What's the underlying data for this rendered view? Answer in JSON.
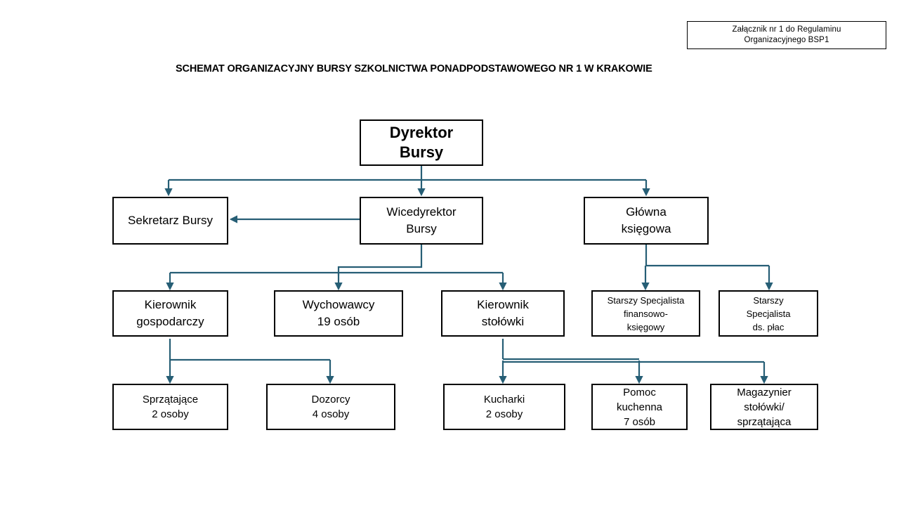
{
  "document": {
    "annex_note": {
      "line1": "Załącznik nr 1 do Regulaminu",
      "line2": "Organizacyjnego BSP1"
    },
    "title": "SCHEMAT ORGANIZACYJNY BURSY SZKOLNICTWA PONADPODSTAWOWEGO NR 1 W KRAKOWIE"
  },
  "colors": {
    "connector": "#265e75",
    "box_border": "#000000",
    "background": "#ffffff",
    "text": "#000000"
  },
  "nodes": {
    "director": "Dyrektor\nBursy",
    "secretary": "Sekretarz Bursy",
    "vice_director": "Wicedyrektor\nBursy",
    "chief_accountant": "Główna\nksięgowa",
    "manager_economic": "Kierownik\ngospodarczy",
    "educators": "Wychowawcy\n19 osób",
    "manager_canteen": "Kierownik\nstołówki",
    "senior_specialist_finance": "Starszy Specjalista\nfinansowo-\nksięgowy",
    "senior_specialist_payroll": "Starszy\nSpecjalista\nds. płac",
    "cleaners": "Sprzątające\n2 osoby",
    "caretakers": "Dozorcy\n4 osoby",
    "cooks": "Kucharki\n2 osoby",
    "kitchen_help": "Pomoc\nkuchenna\n7 osób",
    "storekeeper": "Magazynier\nstołówki/\nsprzątająca"
  },
  "chart_data": {
    "type": "diagram",
    "title": "SCHEMAT ORGANIZACYJNY BURSY SZKOLNICTWA PONADPODSTAWOWEGO NR 1 W KRAKOWIE",
    "layout": "top-down org chart, 5 levels, orthogonal elbow connectors with arrowheads",
    "levels": [
      {
        "level": 0,
        "items": [
          "Dyrektor Bursy"
        ]
      },
      {
        "level": 1,
        "items": [
          "Sekretarz Bursy",
          "Wicedyrektor Bursy",
          "Główna księgowa"
        ]
      },
      {
        "level": 2,
        "items": [
          "Kierownik gospodarczy",
          "Wychowawcy 19 osób",
          "Kierownik stołówki",
          "Starszy Specjalista finansowo-księgowy",
          "Starszy Specjalista ds. płac"
        ]
      },
      {
        "level": 3,
        "items": [
          "Sprzątające 2 osoby",
          "Dozorcy 4 osoby",
          "Kucharki 2 osoby",
          "Pomoc kuchenna 7 osób",
          "Magazynier stołówki/ sprzątająca"
        ]
      }
    ],
    "edges": [
      {
        "from": "Dyrektor Bursy",
        "to": "Sekretarz Bursy"
      },
      {
        "from": "Dyrektor Bursy",
        "to": "Wicedyrektor Bursy"
      },
      {
        "from": "Dyrektor Bursy",
        "to": "Główna księgowa"
      },
      {
        "from": "Wicedyrektor Bursy",
        "to": "Sekretarz Bursy"
      },
      {
        "from": "Wicedyrektor Bursy",
        "to": "Kierownik gospodarczy"
      },
      {
        "from": "Wicedyrektor Bursy",
        "to": "Wychowawcy 19 osób"
      },
      {
        "from": "Wicedyrektor Bursy",
        "to": "Kierownik stołówki"
      },
      {
        "from": "Główna księgowa",
        "to": "Starszy Specjalista finansowo-księgowy"
      },
      {
        "from": "Główna księgowa",
        "to": "Starszy Specjalista ds. płac"
      },
      {
        "from": "Kierownik gospodarczy",
        "to": "Sprzątające 2 osoby"
      },
      {
        "from": "Kierownik gospodarczy",
        "to": "Dozorcy 4 osoby"
      },
      {
        "from": "Kierownik stołówki",
        "to": "Kucharki 2 osoby"
      },
      {
        "from": "Kierownik stołówki",
        "to": "Pomoc kuchenna 7 osób"
      },
      {
        "from": "Kierownik stołówki",
        "to": "Magazynier stołówki/ sprzątająca"
      }
    ],
    "headcounts": {
      "Wychowawcy": 19,
      "Sprzątające": 2,
      "Dozorcy": 4,
      "Kucharki": 2,
      "Pomoc kuchenna": 7
    }
  }
}
